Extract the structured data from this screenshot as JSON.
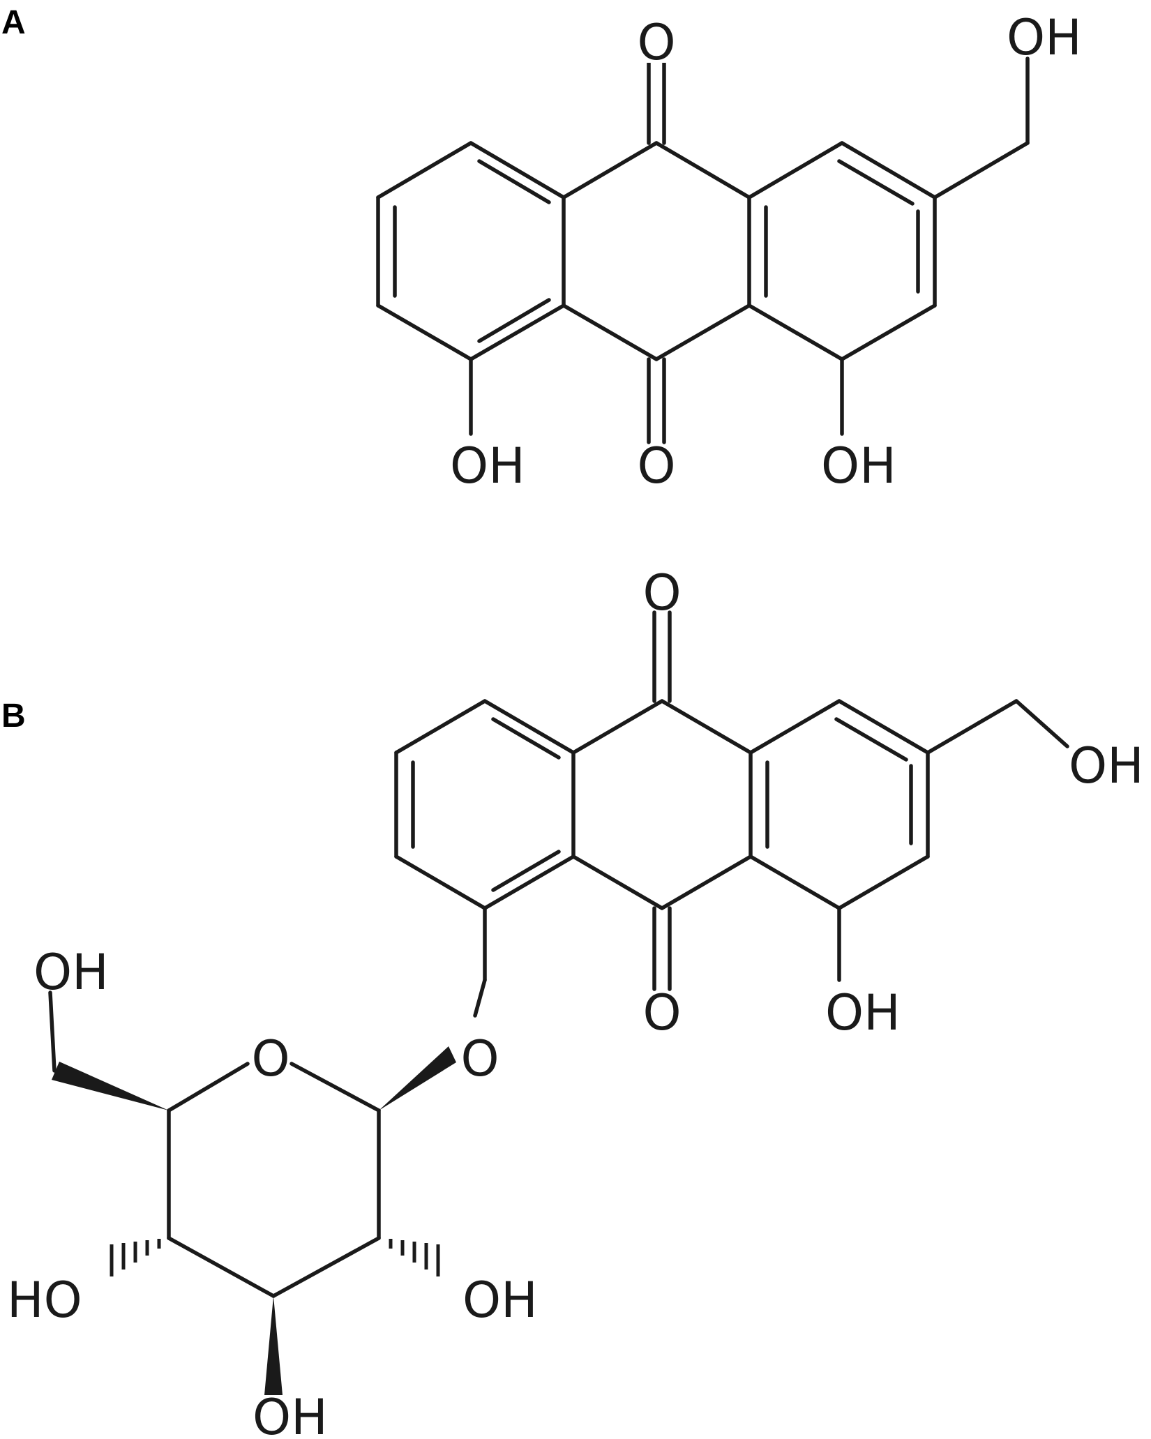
{
  "panels": {
    "a": {
      "label": "A",
      "atoms": {
        "top_carbonyl_o": "O",
        "bottom_carbonyl_o": "O",
        "hydroxymethyl_oh": "OH",
        "left_phenol_oh": "OH",
        "right_phenol_oh": "OH"
      }
    },
    "b": {
      "label": "B",
      "atoms": {
        "top_carbonyl_o": "O",
        "bottom_carbonyl_o": "O",
        "hydroxymethyl_oh": "OH",
        "phenol_oh": "OH",
        "glycosidic_o": "O",
        "ring_o": "O",
        "sugar_ch2_oh": "OH",
        "sugar_c4_oh": "HO",
        "sugar_c3_oh": "OH",
        "sugar_c2_oh": "OH"
      }
    }
  }
}
